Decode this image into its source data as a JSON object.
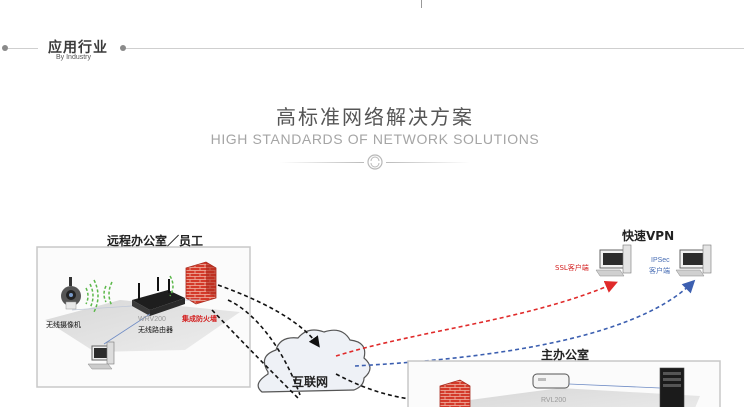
{
  "industry": {
    "title": "应用行业",
    "subtitle": "By Industry"
  },
  "heading": {
    "title": "高标准网络解决方案",
    "subtitle": "HIGH STANDARDS OF NETWORK SOLUTIONS"
  },
  "diagram": {
    "remote_office": {
      "title": "远程办公室／员工",
      "camera_label": "无线摄像机",
      "router_model": "WRV200",
      "router_label": "无线路由器",
      "firewall_label": "集成防火墙"
    },
    "vpn": {
      "title": "快速VPN",
      "ssl_label": "SSL客户端",
      "ipsec_label_1": "IPSec",
      "ipsec_label_2": "客户端"
    },
    "internet_label": "互联网",
    "main_office": {
      "title": "主办公室",
      "router_model": "RVL200"
    }
  }
}
